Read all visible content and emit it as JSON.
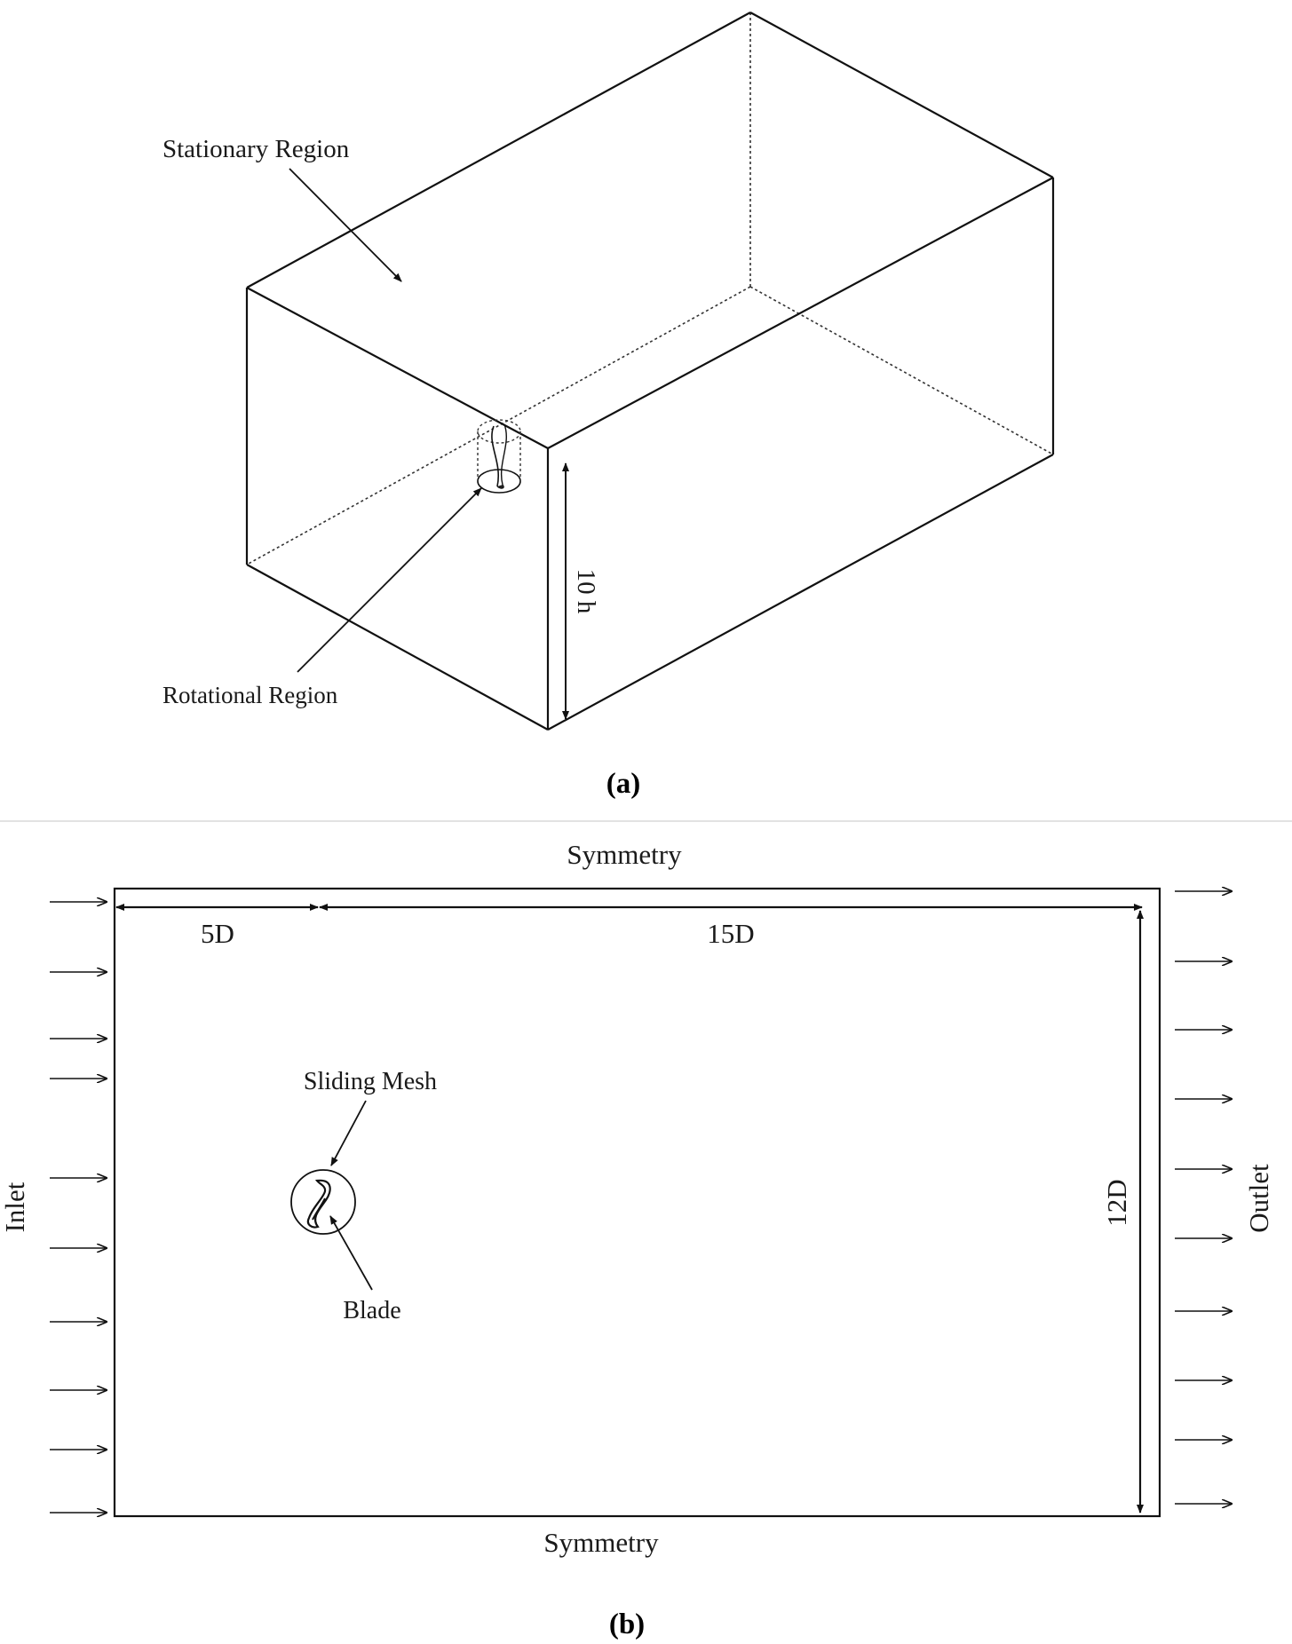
{
  "panel_a": {
    "caption": "(a)",
    "labels": {
      "stationary_region": "Stationary Region",
      "rotational_region": "Rotational Region",
      "height_dimension": "10 h"
    }
  },
  "panel_b": {
    "caption": "(b)",
    "labels": {
      "symmetry_top": "Symmetry",
      "symmetry_bottom": "Symmetry",
      "inlet": "Inlet",
      "outlet": "Outlet",
      "dimension_upstream": "5D",
      "dimension_downstream": "15D",
      "dimension_width": "12D",
      "sliding_mesh": "Sliding Mesh",
      "blade": "Blade"
    }
  },
  "colors": {
    "line": "#111111",
    "divider": "#d9d9d9",
    "background": "#ffffff"
  }
}
